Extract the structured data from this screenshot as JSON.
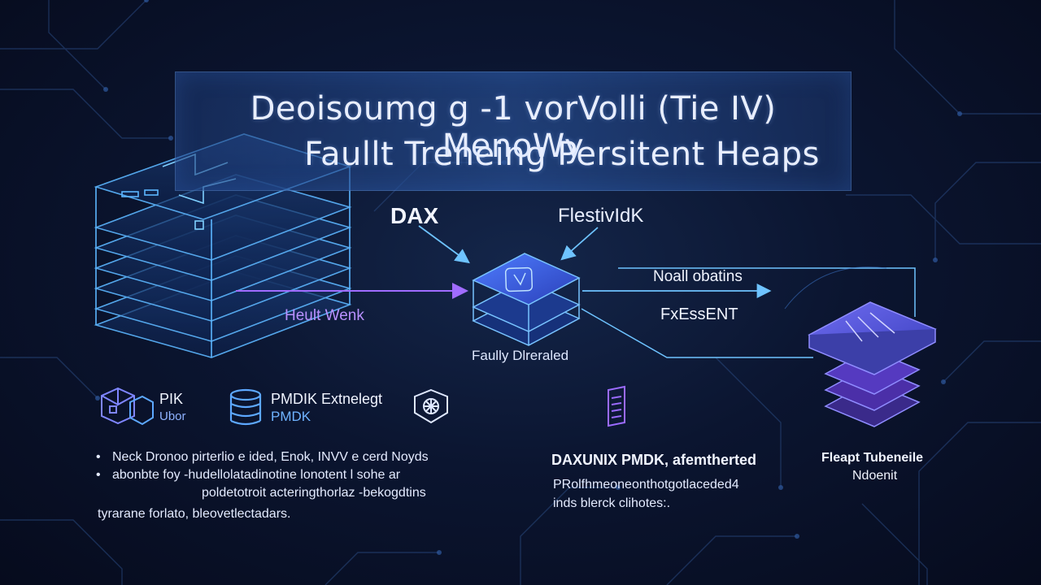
{
  "title": {
    "line1": "Deoisoumg g -1 vorVolli (Tie IV) MenoWy",
    "line2": "Faullt Treneing Persitent Heaps"
  },
  "diagram": {
    "left_flow_label": "Heult Wenk",
    "dax_label": "DAX",
    "flex_label": "FlestivIdK",
    "center_label": "Faully Dlreraled",
    "right_top_label": "Noall obatins",
    "right_mid_label": "FxEssENT",
    "right_node_label_1": "Fleapt Tubeneile",
    "right_node_label_2": "Ndoenit"
  },
  "legend": {
    "item1_title": "PIK",
    "item1_sub": "Ubor",
    "item2_title": "PMDIK Extnelegt",
    "item2_sub": "PMDK"
  },
  "bullets": {
    "b1": "Neck Dronoo pirterlio e ided, Enok, INVV e cerd Noyds",
    "b2": "abonbte foy -hudellolatadinotine lonotent l sohe ar",
    "b2_cont": "poldetotroit acteringthorlaz -bekogdtins",
    "b3": "tyrarane forlato, bleovetlectadars."
  },
  "right_text": {
    "heading": "DAXUNIX PMDK, afemtherted",
    "line1": "PRolfhmeoneonthotgotlaceded4",
    "line2": "inds blerck clihotes:."
  },
  "colors": {
    "accent_blue": "#3f7dff",
    "accent_purple": "#8a5cff",
    "line_cyan": "#58b7ff",
    "text": "#e4ebff"
  }
}
